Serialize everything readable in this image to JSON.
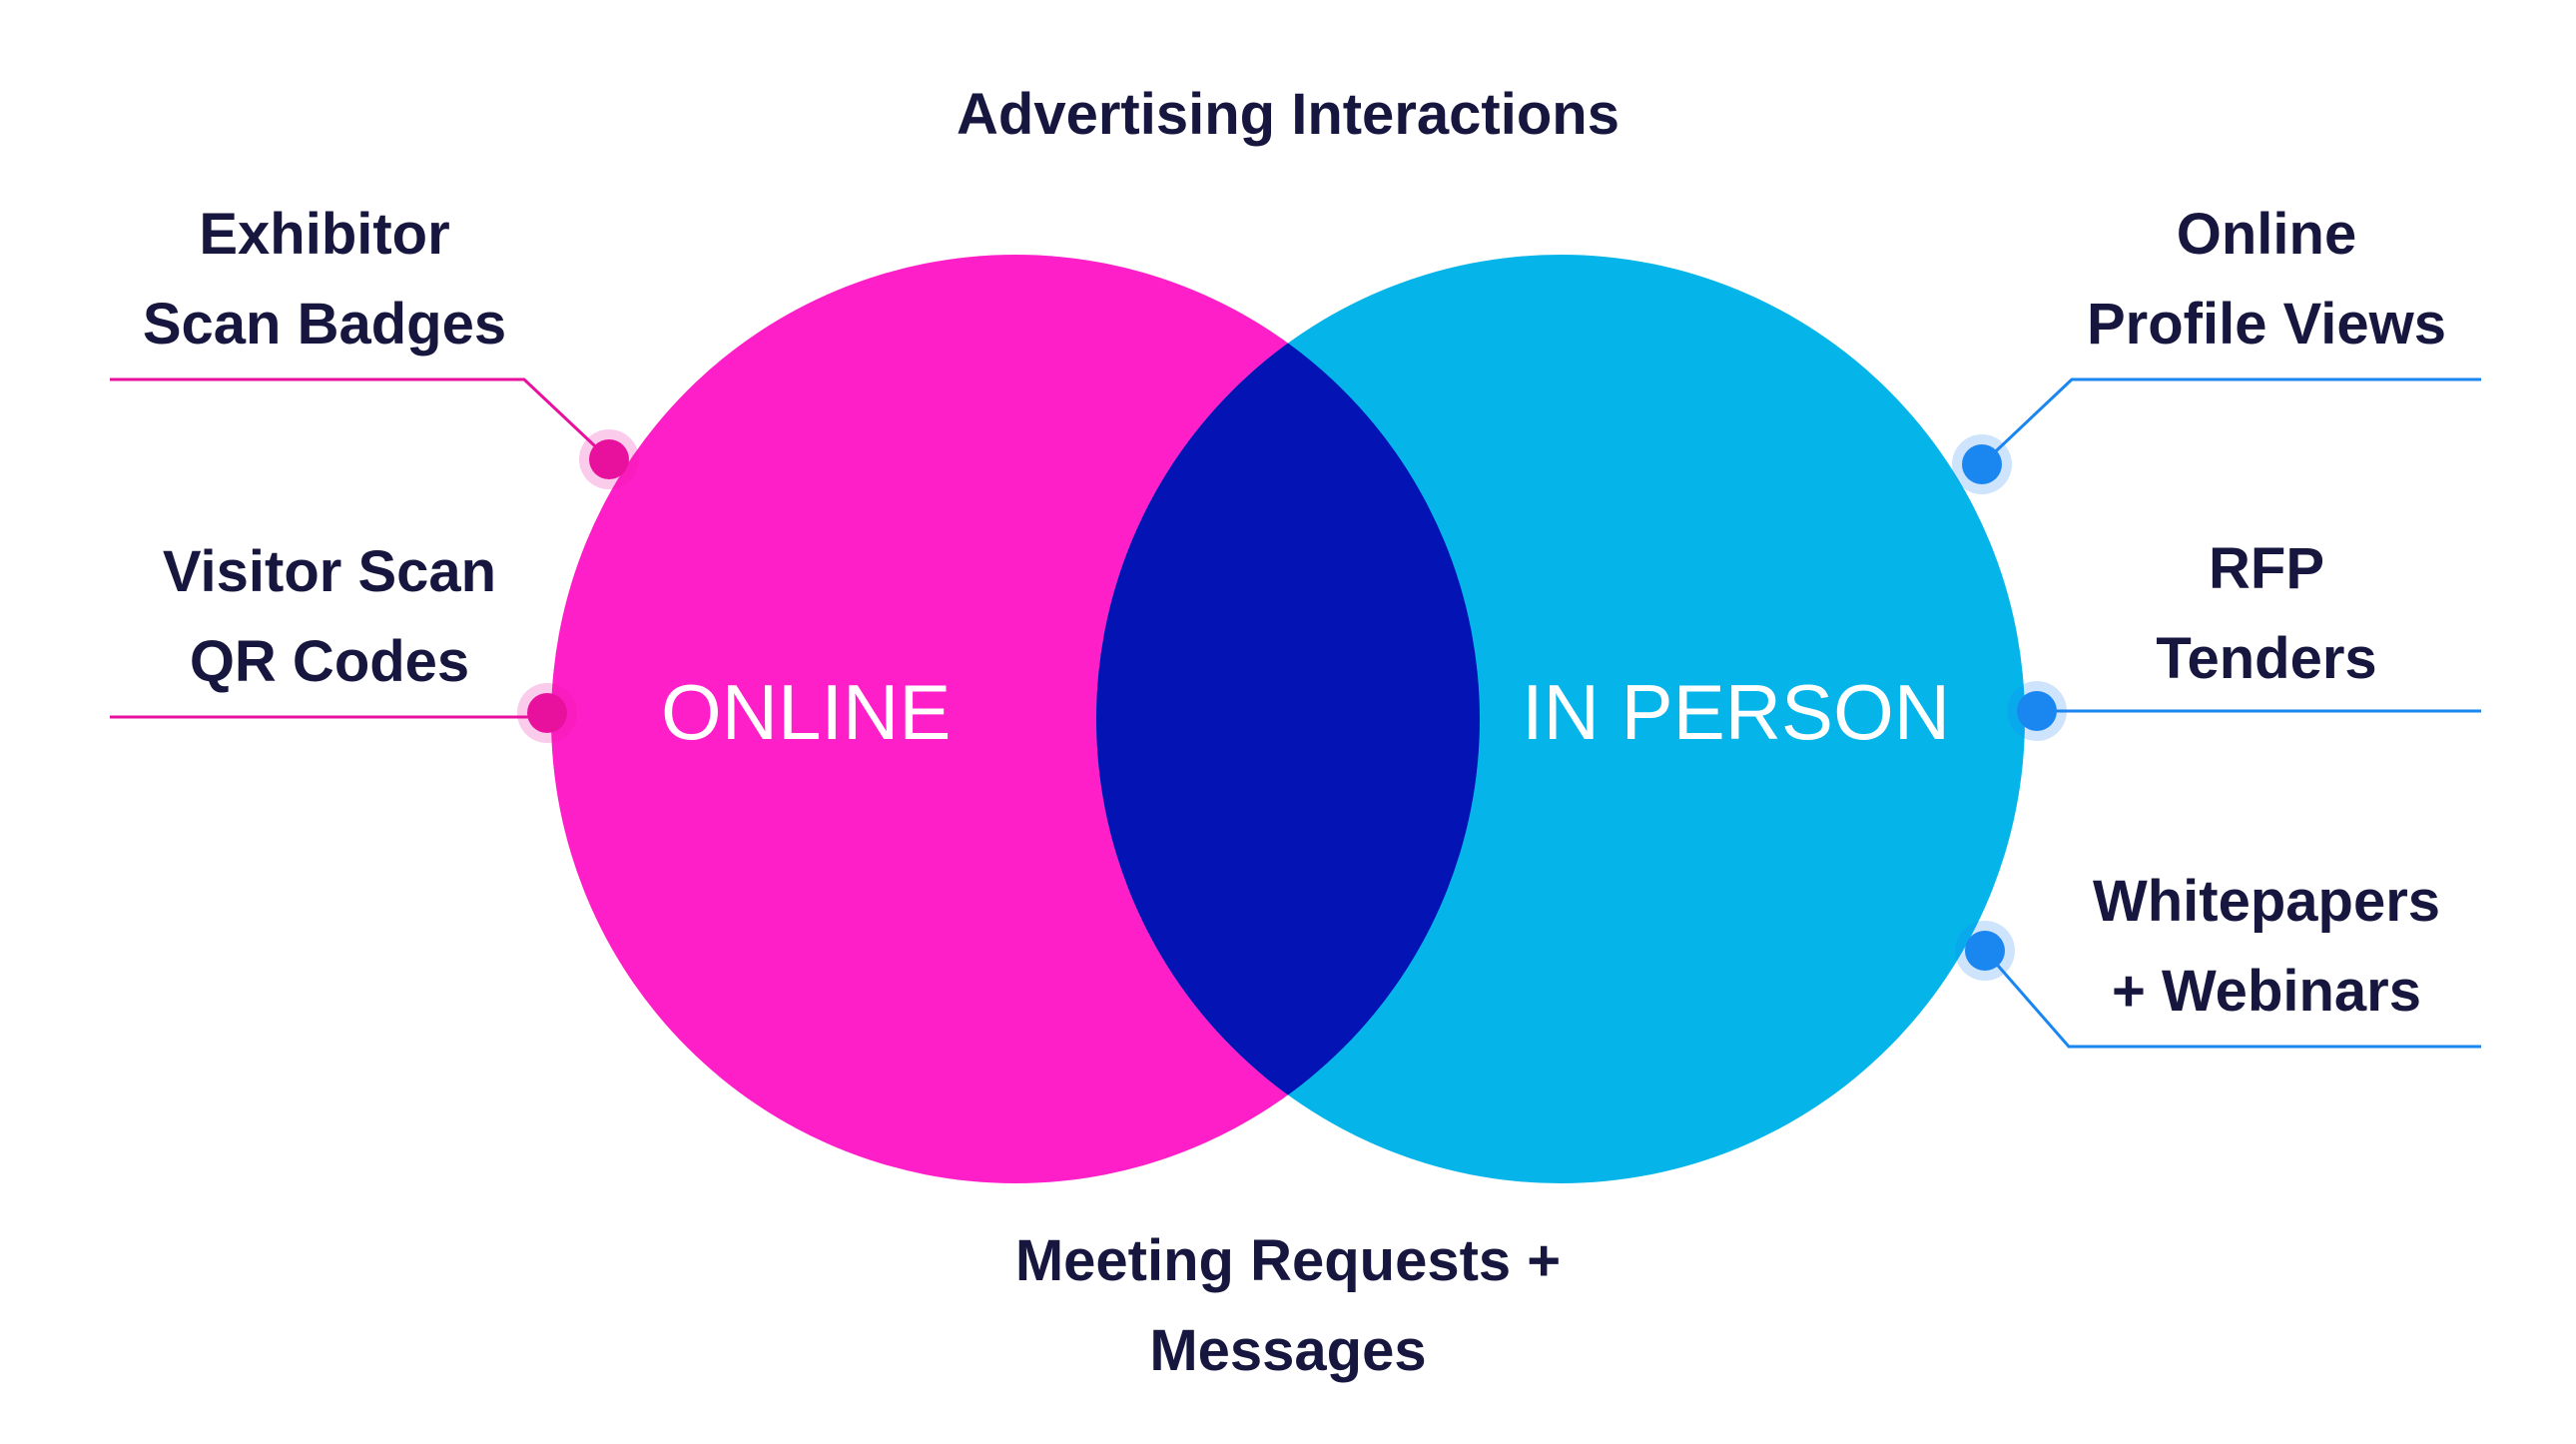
{
  "diagram": {
    "top_label": "Advertising Interactions",
    "bottom_label": [
      "Meeting Requests +",
      "Messages"
    ],
    "circles": {
      "online": {
        "label": "ONLINE",
        "color": "#ff1fc8"
      },
      "in_person": {
        "label": "IN PERSON",
        "color": "#05b5ea"
      },
      "overlap_color": "#0413b4"
    },
    "left_callouts": [
      {
        "lines": [
          "Exhibitor",
          "Scan Badges"
        ],
        "color": "#e8119e"
      },
      {
        "lines": [
          "Visitor Scan",
          "QR Codes"
        ],
        "color": "#e8119e"
      }
    ],
    "right_callouts": [
      {
        "lines": [
          "Online",
          "Profile Views"
        ],
        "color": "#1a86f0"
      },
      {
        "lines": [
          "RFP",
          "Tenders"
        ],
        "color": "#1a86f0"
      },
      {
        "lines": [
          "Whitepapers",
          "+ Webinars"
        ],
        "color": "#1a86f0"
      }
    ]
  }
}
